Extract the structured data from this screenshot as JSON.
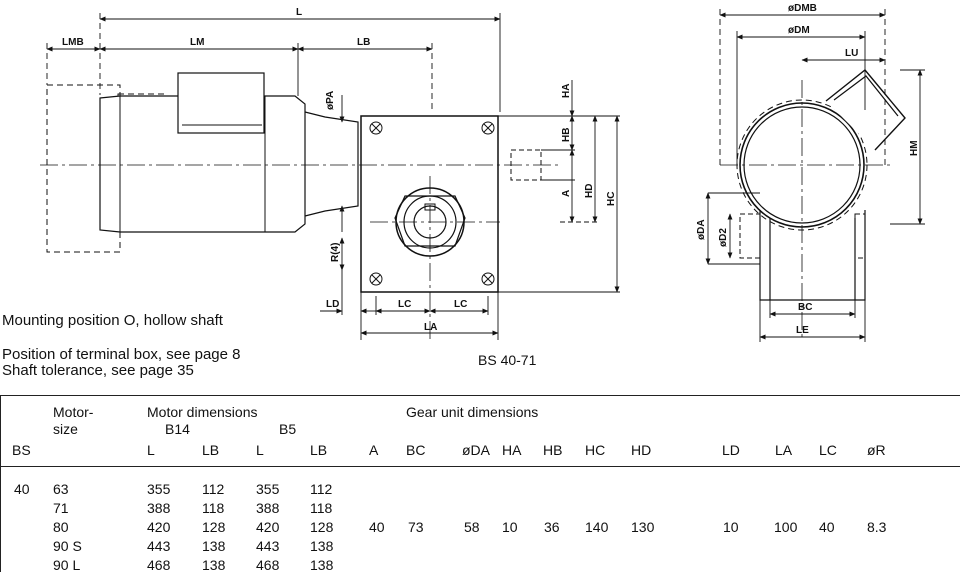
{
  "dimension_labels": {
    "L": "L",
    "LMB": "LMB",
    "LM": "LM",
    "LB": "LB",
    "PA": "øPA",
    "HA": "HA",
    "HB": "HB",
    "A": "A",
    "HD": "HD",
    "HC": "HC",
    "R4": "R(4)",
    "LD": "LD",
    "LC": "LC",
    "LA": "LA",
    "DMB": "øDMB",
    "DM": "øDM",
    "LU": "LU",
    "HM": "HM",
    "DA": "øDA",
    "D2": "øD2",
    "BC": "BC",
    "LE": "LE"
  },
  "captions": {
    "mounting": "Mounting position O, hollow shaft",
    "terminal": "Position of terminal box, see page 8",
    "tolerance": "Shaft tolerance, see page 35",
    "model": "BS 40-71"
  },
  "table": {
    "h_motor": "Motor-",
    "h_size": "size",
    "h_motor_dims": "Motor dimensions",
    "h_gear_dims": "Gear unit dimensions",
    "h_b14": "B14",
    "h_b5": "B5",
    "h_bs": "BS",
    "cols": [
      "L",
      "LB",
      "L",
      "LB",
      "A",
      "BC",
      "øDA",
      "HA",
      "HB",
      "HC",
      "HD",
      "LD",
      "LA",
      "LC",
      "øR"
    ],
    "bs_value": "40",
    "rows": [
      {
        "size": "63",
        "l14": "355",
        "lb14": "112",
        "l5": "355",
        "lb5": "112"
      },
      {
        "size": "71",
        "l14": "388",
        "lb14": "118",
        "l5": "388",
        "lb5": "118"
      },
      {
        "size": "80",
        "l14": "420",
        "lb14": "128",
        "l5": "420",
        "lb5": "128"
      },
      {
        "size": "90 S",
        "l14": "443",
        "lb14": "138",
        "l5": "443",
        "lb5": "138"
      },
      {
        "size": "90 L",
        "l14": "468",
        "lb14": "138",
        "l5": "468",
        "lb5": "138"
      }
    ],
    "gear_values": [
      "40",
      "73",
      "58",
      "10",
      "36",
      "140",
      "130",
      "10",
      "100",
      "40",
      "8.3"
    ]
  }
}
